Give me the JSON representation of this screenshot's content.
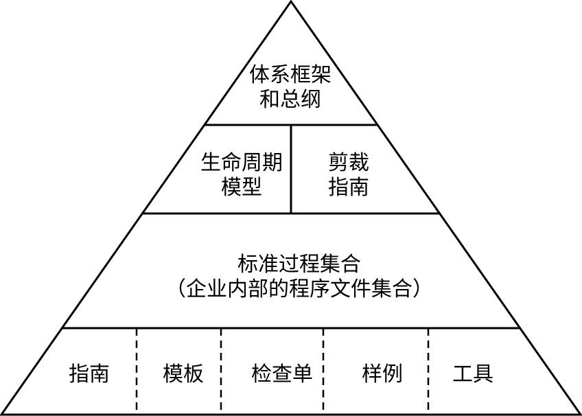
{
  "pyramid": {
    "top": {
      "line1": "体系框架",
      "line2": "和总纲"
    },
    "second": {
      "left": {
        "line1": "生命周期",
        "line2": "模型"
      },
      "right": {
        "line1": "剪裁",
        "line2": "指南"
      }
    },
    "third": {
      "line1": "标准过程集合",
      "line2": "（企业内部的程序文件集合）"
    },
    "base": {
      "items": [
        "指南",
        "模板",
        "检查单",
        "样例",
        "工具"
      ]
    }
  }
}
